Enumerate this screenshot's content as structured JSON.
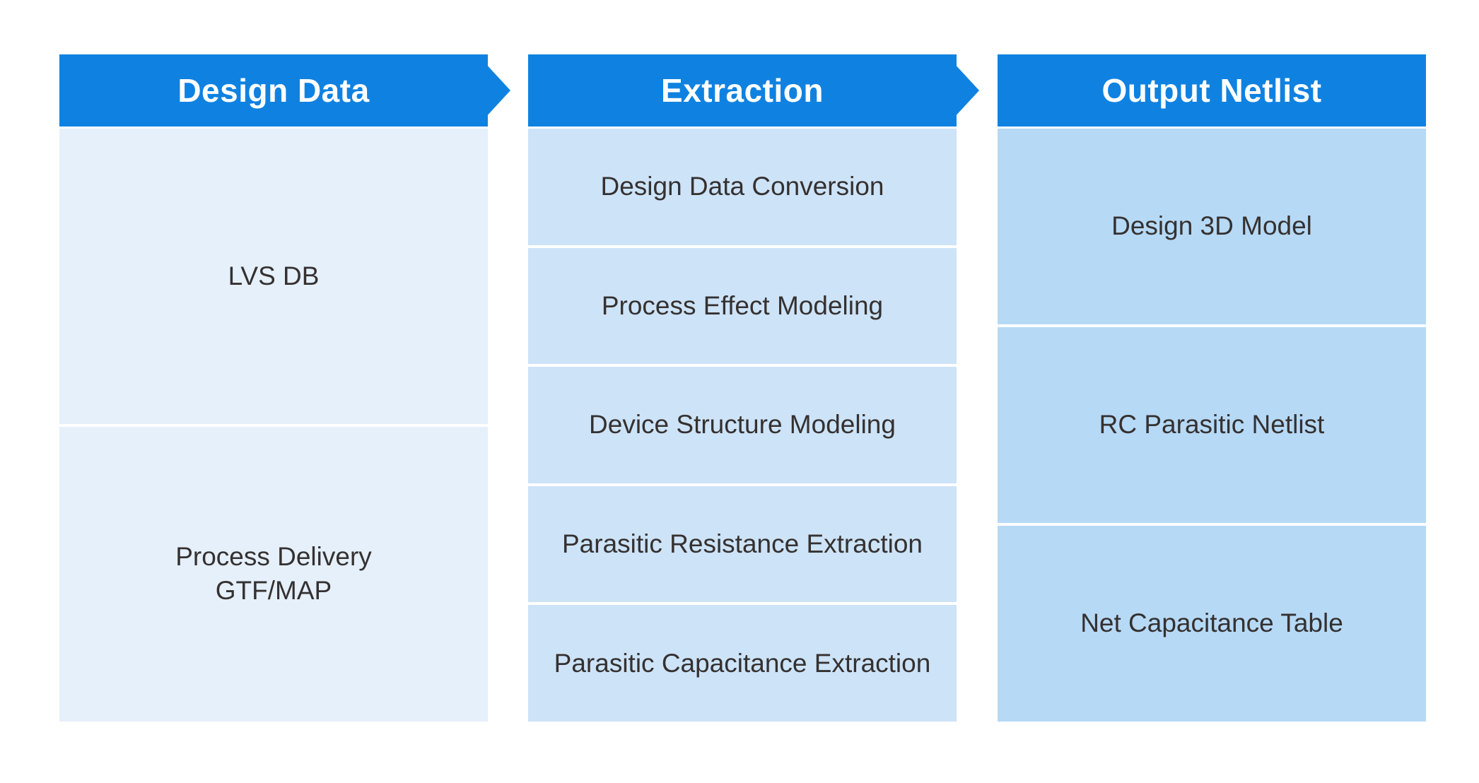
{
  "diagram": {
    "title_note": "EDA parasitic extraction flow diagram",
    "colors": {
      "header_bg": "#0F82E1",
      "header_text": "#FFFFFF",
      "cell_text": "#353130",
      "column_cell_bg": [
        "#E5F0FB",
        "#CDE3F8",
        "#B6D9F6"
      ]
    },
    "columns": [
      {
        "key": "design-data",
        "header": "Design Data",
        "cells": [
          {
            "label": "LVS DB"
          },
          {
            "label": "Process Delivery\nGTF/MAP"
          }
        ]
      },
      {
        "key": "extraction",
        "header": "Extraction",
        "cells": [
          {
            "label": "Design Data Conversion"
          },
          {
            "label": "Process Effect Modeling"
          },
          {
            "label": "Device Structure Modeling"
          },
          {
            "label": "Parasitic Resistance Extraction"
          },
          {
            "label": "Parasitic Capacitance Extraction"
          }
        ]
      },
      {
        "key": "output-netlist",
        "header": "Output Netlist",
        "cells": [
          {
            "label": "Design 3D Model"
          },
          {
            "label": "RC Parasitic Netlist"
          },
          {
            "label": "Net Capacitance Table"
          }
        ]
      }
    ]
  }
}
